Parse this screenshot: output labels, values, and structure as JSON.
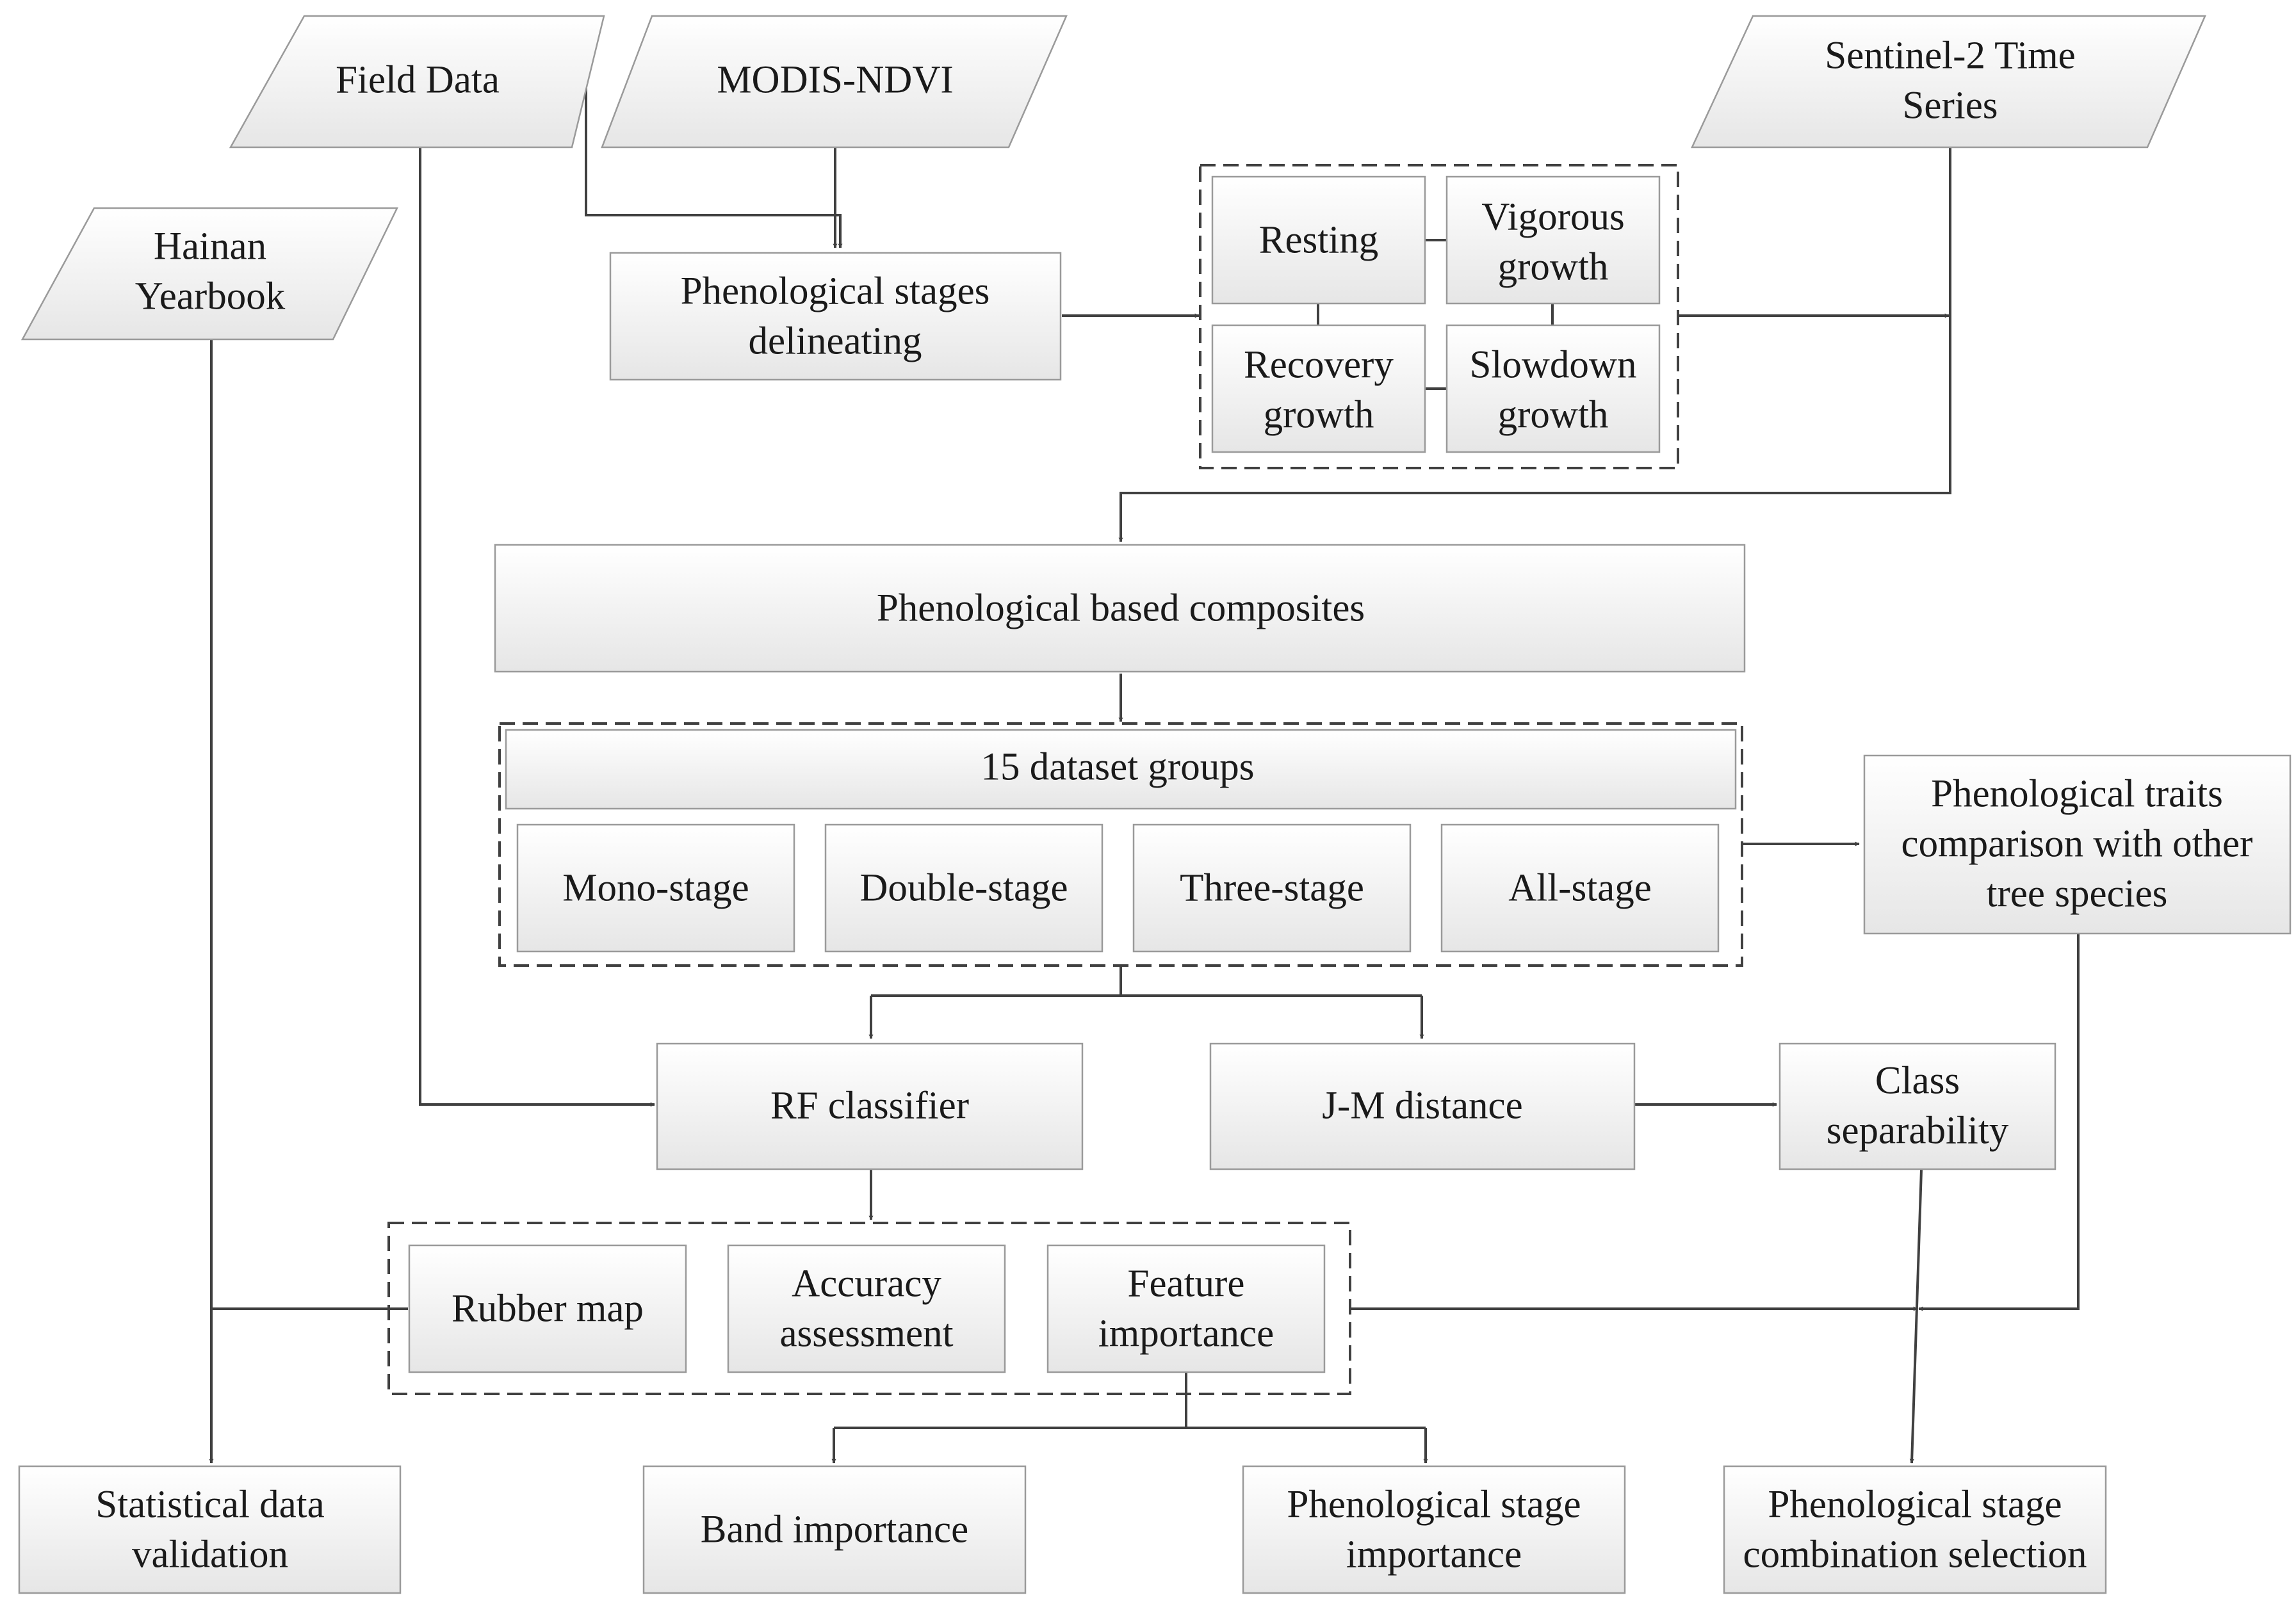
{
  "inputs": {
    "field_data": "Field Data",
    "modis_ndvi": "MODIS-NDVI",
    "sentinel2_line1": "Sentinel-2 Time",
    "sentinel2_line2": "Series",
    "hainan_line1": "Hainan",
    "hainan_line2": "Yearbook"
  },
  "phenology": {
    "delineating_line1": "Phenological stages",
    "delineating_line2": "delineating",
    "resting": "Resting",
    "vigorous_line1": "Vigorous",
    "vigorous_line2": "growth",
    "recovery_line1": "Recovery",
    "recovery_line2": "growth",
    "slowdown_line1": "Slowdown",
    "slowdown_line2": "growth"
  },
  "composites": "Phenological based composites",
  "dataset_groups": {
    "title": "15 dataset groups",
    "mono": "Mono-stage",
    "double": "Double-stage",
    "three": "Three-stage",
    "all": "All-stage"
  },
  "traits": {
    "line1": "Phenological traits",
    "line2": "comparison with other",
    "line3": "tree species"
  },
  "rf_classifier": "RF classifier",
  "jm_distance": "J-M distance",
  "class_separability": {
    "line1": "Class",
    "line2": "separability"
  },
  "outputs": {
    "rubber_map": "Rubber map",
    "accuracy_line1": "Accuracy",
    "accuracy_line2": "assessment",
    "feature_line1": "Feature",
    "feature_line2": "importance"
  },
  "results": {
    "statistical_line1": "Statistical data",
    "statistical_line2": "validation",
    "band_importance": "Band importance",
    "stage_importance_line1": "Phenological stage",
    "stage_importance_line2": "importance",
    "combination_line1": "Phenological stage",
    "combination_line2": "combination selection"
  }
}
